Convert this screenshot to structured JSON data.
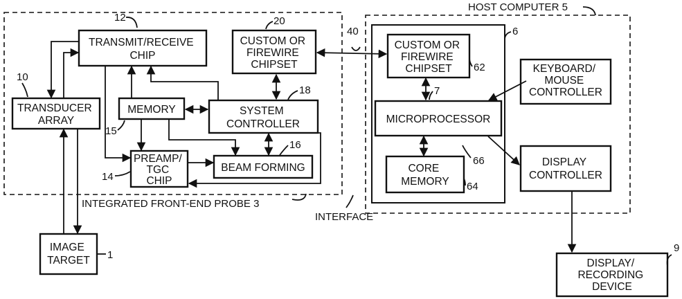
{
  "blocks": {
    "transmit_receive": [
      "TRANSMIT/RECEIVE",
      "CHIP"
    ],
    "custom_firewire_probe": [
      "CUSTOM OR",
      "FIREWIRE",
      "CHIPSET"
    ],
    "custom_firewire_host": [
      "CUSTOM OR",
      "FIREWIRE",
      "CHIPSET"
    ],
    "transducer_array": [
      "TRANSDUCER",
      "ARRAY"
    ],
    "memory": [
      "MEMORY"
    ],
    "system_controller": [
      "SYSTEM",
      "CONTROLLER"
    ],
    "preamp_tgc": [
      "PREAMP/",
      "TGC",
      "CHIP"
    ],
    "beam_forming": [
      "BEAM FORMING"
    ],
    "microprocessor": [
      "MICROPROCESSOR"
    ],
    "keyboard_mouse": [
      "KEYBOARD/",
      "MOUSE",
      "CONTROLLER"
    ],
    "core_memory": [
      "CORE",
      "MEMORY"
    ],
    "display_controller": [
      "DISPLAY",
      "CONTROLLER"
    ],
    "image_target": [
      "IMAGE",
      "TARGET"
    ],
    "display_recording": [
      "DISPLAY/",
      "RECORDING",
      "DEVICE"
    ]
  },
  "labels": {
    "probe": "INTEGRATED FRONT-END PROBE 3",
    "host": "HOST COMPUTER 5",
    "interface": "INTERFACE"
  },
  "refs": {
    "r12": "12",
    "r20": "20",
    "r40": "40",
    "r6": "6",
    "r10": "10",
    "r18": "18",
    "r7": "7",
    "r62": "62",
    "r15": "15",
    "r16": "16",
    "r14": "14",
    "r66": "66",
    "r64": "64",
    "r1": "1",
    "r9": "9"
  }
}
